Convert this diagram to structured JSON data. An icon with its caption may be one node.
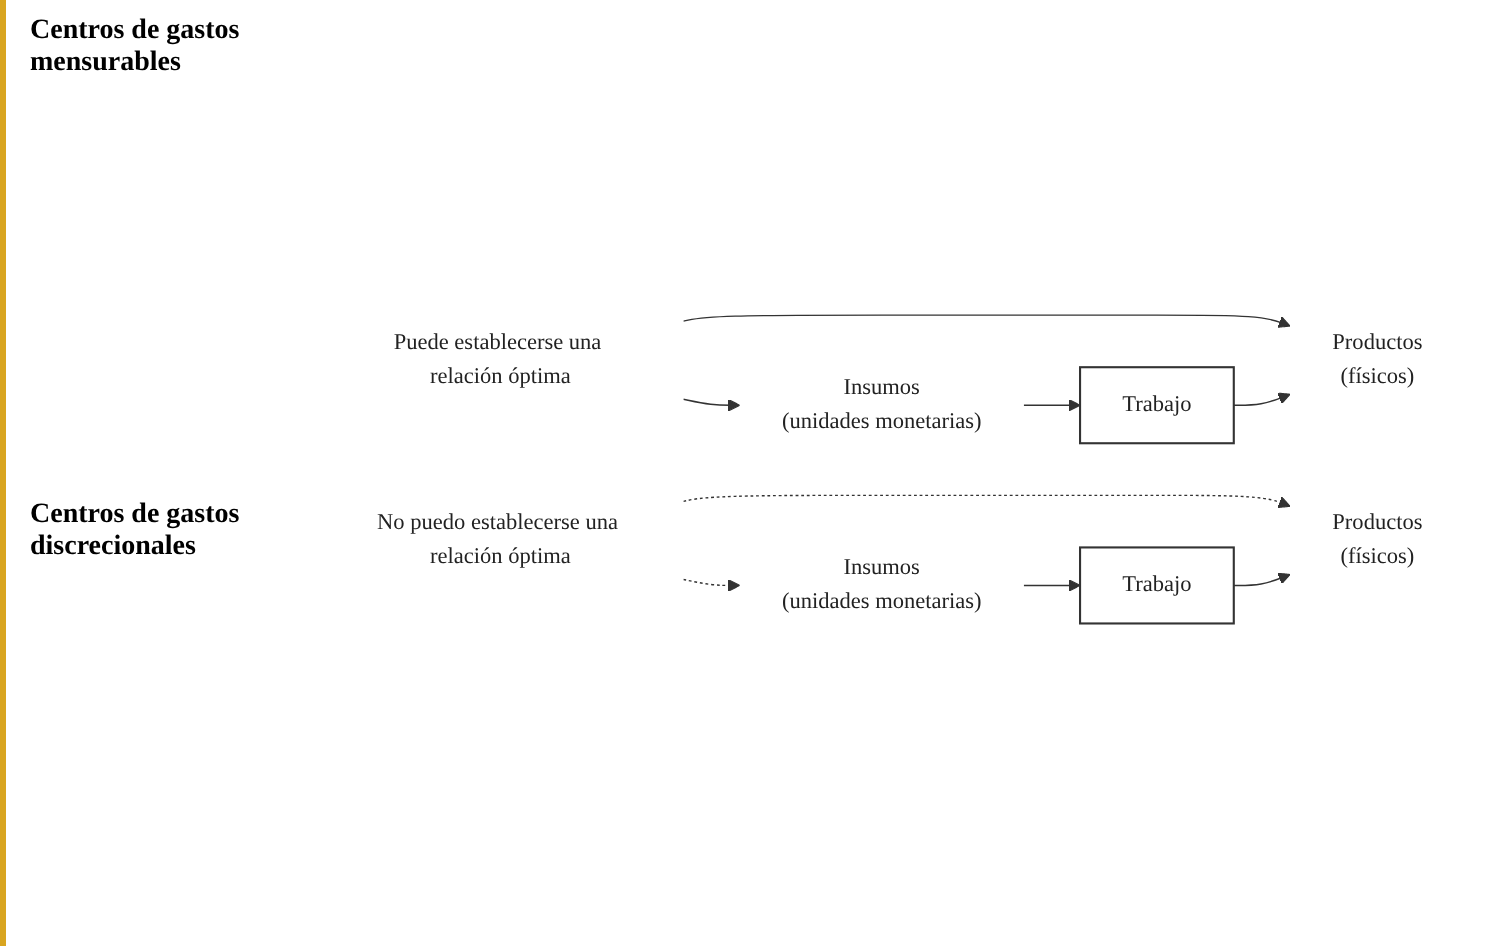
{
  "diagram": {
    "nodes": [
      {
        "text": [
          "Puede establecerse una relación óptima"
        ]
      },
      {
        "text": [
          "Insumos",
          "(unidades monetarias)"
        ]
      },
      {
        "text": [
          "Trabajo"
        ]
      },
      {
        "text": [
          "Productos",
          "(físicos)"
        ]
      },
      {
        "text": [
          "No puedo establecerse una relación óptima"
        ]
      },
      {
        "text": [
          "Insumos",
          "(unidades monetarias)"
        ]
      },
      {
        "text": [
          "Trabajo"
        ]
      },
      {
        "text": [
          "Productos",
          "(físicos)"
        ]
      }
    ],
    "edges": [
      {
        "from": 0,
        "to": 1,
        "arrow": "to"
      },
      {
        "from": 0,
        "to": 3,
        "arrow": "to"
      },
      {
        "from": 1,
        "to": 2,
        "arrow": "to"
      },
      {
        "from": 2,
        "to": 3,
        "arrow": "to"
      },
      {
        "from": 4,
        "to": 5,
        "arrow": "to",
        "style": "dashed"
      },
      {
        "from": 4,
        "to": 7,
        "arrow": "to",
        "style": "dashed"
      },
      {
        "from": 5,
        "to": 6,
        "arrow": "to"
      },
      {
        "from": 6,
        "to": 7,
        "arrow": "to"
      }
    ],
    "labels": [
      "Centros de gastos mensurables",
      "Centros de gastos discrecionales"
    ]
  }
}
